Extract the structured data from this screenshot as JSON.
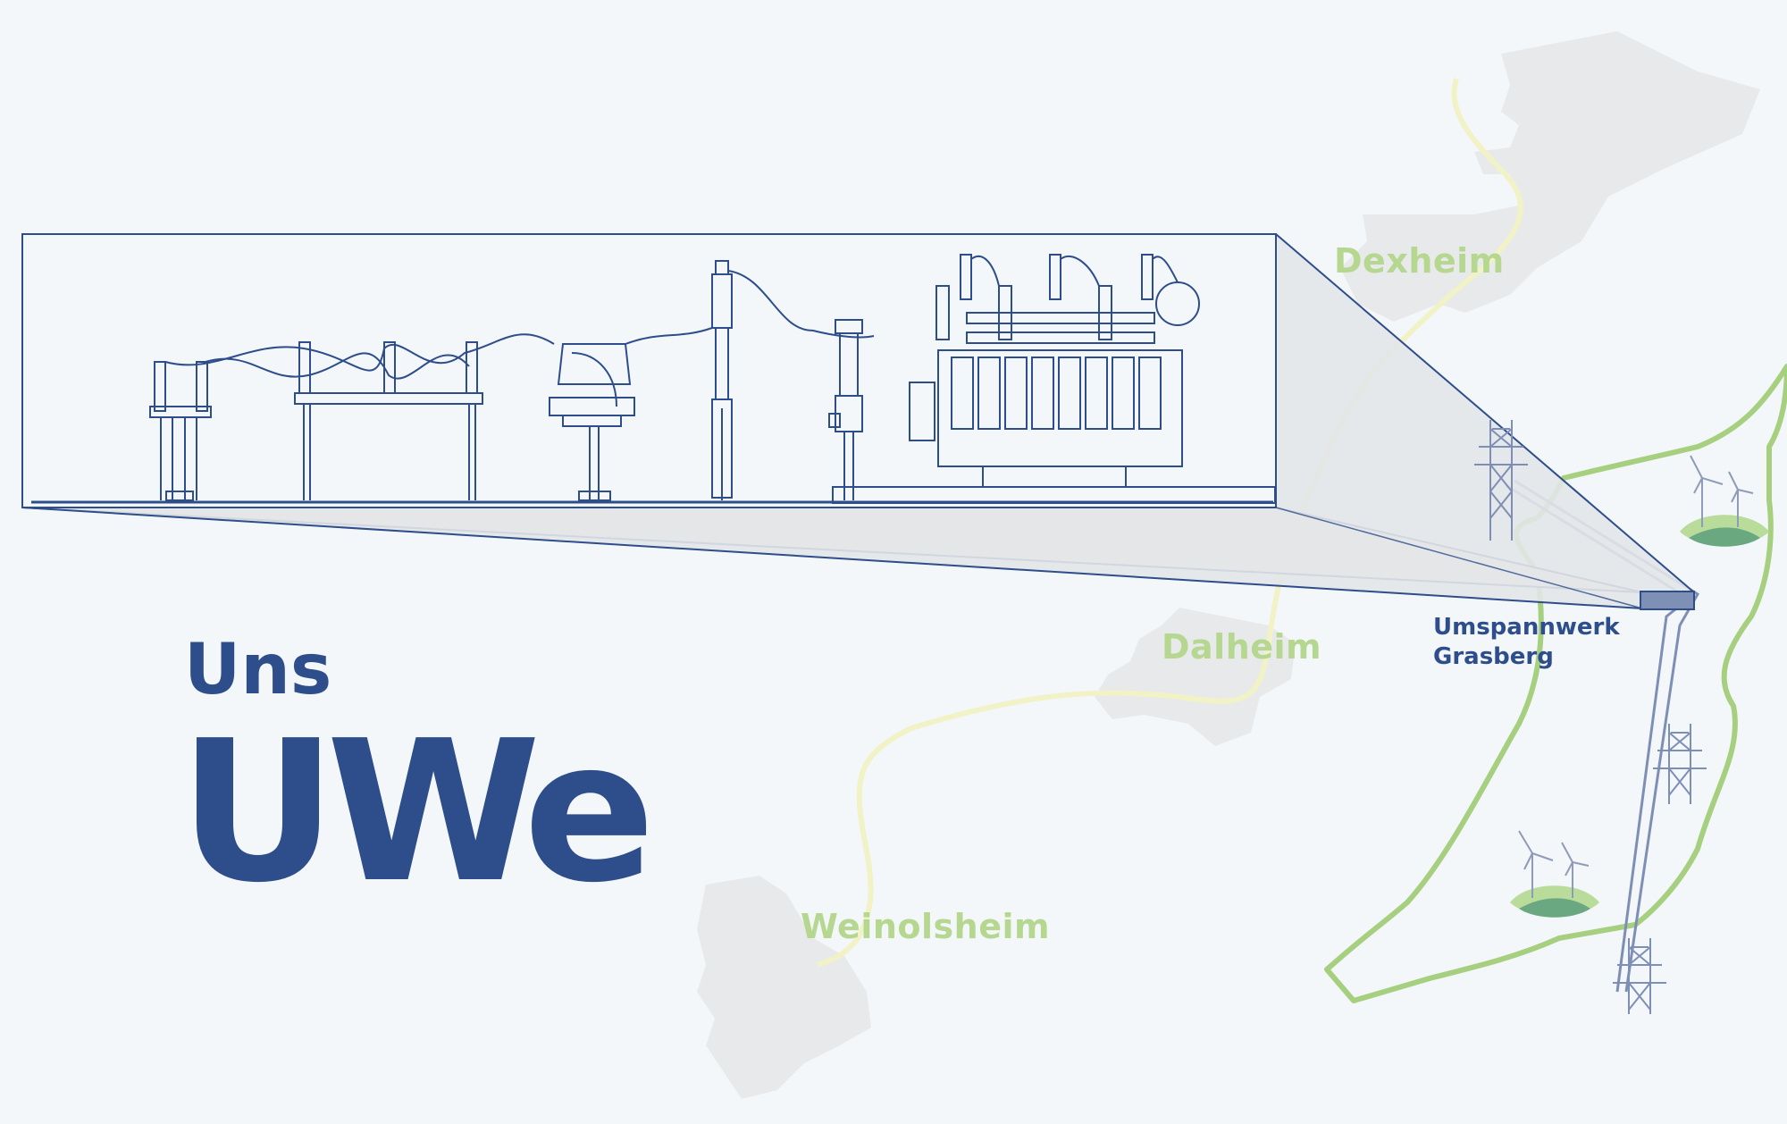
{
  "title": {
    "small": "Uns",
    "big": "UWe"
  },
  "station": {
    "line1": "Umspannwerk",
    "line2": "Grasberg"
  },
  "towns": [
    {
      "name": "Dexheim"
    },
    {
      "name": "Dalheim"
    },
    {
      "name": "Weinolsheim"
    }
  ],
  "icons": [
    "transmission-tower-icon",
    "wind-turbine-icon"
  ],
  "colors": {
    "background": "#f4f7fa",
    "primary_blue": "#2d4d8b",
    "town_label_green": "#b5d78f",
    "boundary_green": "#a6d07f",
    "road_yellow": "#f1f2c6",
    "settlement_gray": "#e8e9ea",
    "zoom_gray": "#e3e5e8",
    "meadow_green": "#6aa882"
  }
}
